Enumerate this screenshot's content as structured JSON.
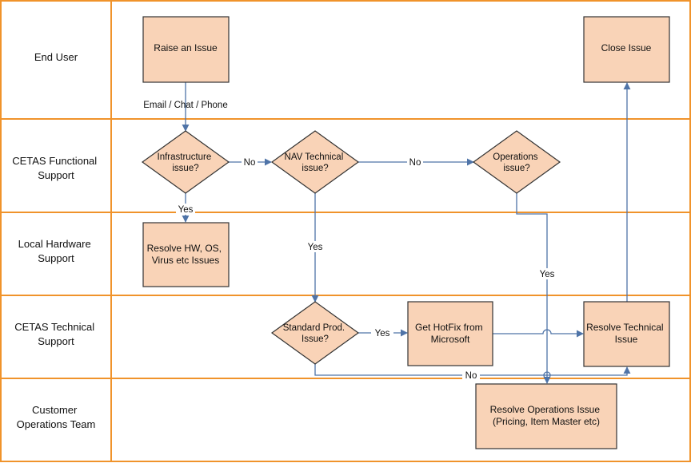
{
  "lanes": [
    {
      "lines": [
        "End User"
      ]
    },
    {
      "lines": [
        "CETAS Functional",
        "Support"
      ]
    },
    {
      "lines": [
        "Local Hardware",
        "Support"
      ]
    },
    {
      "lines": [
        "CETAS Technical",
        "Support"
      ]
    },
    {
      "lines": [
        "Customer",
        "Operations Team"
      ]
    }
  ],
  "nodes": {
    "raise": {
      "lines": [
        "Raise an Issue"
      ]
    },
    "close": {
      "lines": [
        "Close Issue"
      ]
    },
    "infra": {
      "lines": [
        "Infrastructure",
        "issue?"
      ]
    },
    "nav": {
      "lines": [
        "NAV Technical",
        "issue?"
      ]
    },
    "ops": {
      "lines": [
        "Operations",
        "issue?"
      ]
    },
    "hw": {
      "lines": [
        "Resolve HW, OS,",
        "Virus etc Issues"
      ]
    },
    "std": {
      "lines": [
        "Standard Prod.",
        "Issue?"
      ]
    },
    "hotfix": {
      "lines": [
        "Get HotFix from",
        "Microsoft"
      ]
    },
    "restech": {
      "lines": [
        "Resolve Technical",
        "Issue"
      ]
    },
    "resops": {
      "lines": [
        "Resolve Operations Issue",
        "(Pricing, Item Master etc)"
      ]
    }
  },
  "labels": {
    "email": "Email / Chat / Phone",
    "no1": "No",
    "no2": "No",
    "yes_infra": "Yes",
    "yes_nav": "Yes",
    "yes_ops": "Yes",
    "yes_std": "Yes",
    "no_std": "No"
  },
  "colors": {
    "border": "#f0932b",
    "node_fill": "#f9d3b7",
    "node_stroke": "#333333",
    "arrow": "#4f74a8",
    "text": "#111111"
  }
}
